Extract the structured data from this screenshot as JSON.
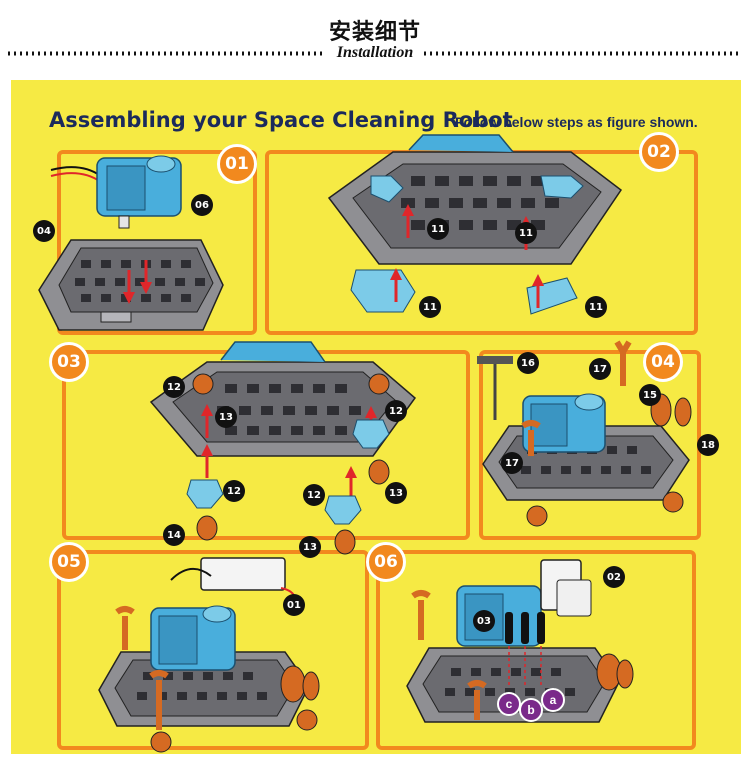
{
  "header": {
    "title_cn": "安装细节",
    "title_en": "Installation"
  },
  "panel": {
    "title": "Assembling your Space Cleaning Robot",
    "subtitle": "Follow below steps as figure shown."
  },
  "steps": [
    "01",
    "02",
    "03",
    "04",
    "05",
    "06"
  ],
  "parts": {
    "s1": [
      "04",
      "06"
    ],
    "s2": [
      "11",
      "11",
      "11",
      "11"
    ],
    "s3": [
      "12",
      "13",
      "12",
      "13",
      "12",
      "12",
      "13",
      "14",
      "13"
    ],
    "s4": [
      "16",
      "17",
      "15",
      "18",
      "17"
    ],
    "s5": [
      "01"
    ],
    "s6": [
      "02",
      "03"
    ],
    "letters": [
      "c",
      "b",
      "a"
    ]
  },
  "colors": {
    "background_panel": "#f6ea44",
    "frame": "#f2891e",
    "badge": "#f2891e",
    "part_badge": "#111111",
    "base": "#8f8f93",
    "motor": "#49aedc",
    "wheel": "#d56a22",
    "arrow": "#e0262a",
    "title": "#1b2a5c",
    "letter_badge": "#7a2a8a"
  }
}
